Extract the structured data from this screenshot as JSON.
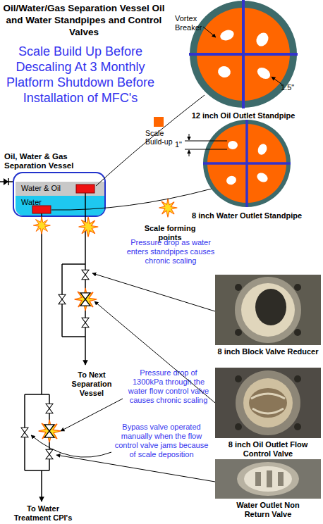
{
  "diagram": {
    "title": "Oil/Water/Gas Separation Vessel Oil and Water Standpipes and Control Valves",
    "nodes": [
      {
        "text": [
          "12 inch Oil Outlet Standpipe"
        ]
      },
      {
        "text": [
          "8 inch Water Outlet Standpipe"
        ]
      },
      {
        "text": [
          "Oil, Water & Gas Separation Vessel"
        ]
      },
      {
        "text": [
          "Water & Oil"
        ],
        "in": 2
      },
      {
        "text": [
          "Water"
        ],
        "in": 2
      },
      {
        "text": [
          "8 inch Block Valve Reducer"
        ]
      },
      {
        "text": [
          "8 inch Oil Outlet Flow Control Valve"
        ]
      },
      {
        "text": [
          "Water Outlet Non Return Valve"
        ]
      }
    ],
    "labels": [
      "Scale Build Up Before Descaling At 3 Monthly Platform Shutdown Before Installation of MFC's",
      "Vortex Breaker",
      "1.5\"",
      "1\"",
      "Pressure drop as water enters standpipes causes chronic scaling",
      "To Next Separation Vessel",
      "Pressure drop of 1300kPa through the water flow control valve causes chronic scaling",
      "Bypass valve operated manually when the flow control valve jams because of scale deposition",
      "To Water Treatment CPI's"
    ],
    "legend": [
      {
        "text": "Scale Build-up",
        "color": "#ff6600"
      },
      {
        "text": "Scale forming points"
      }
    ]
  }
}
